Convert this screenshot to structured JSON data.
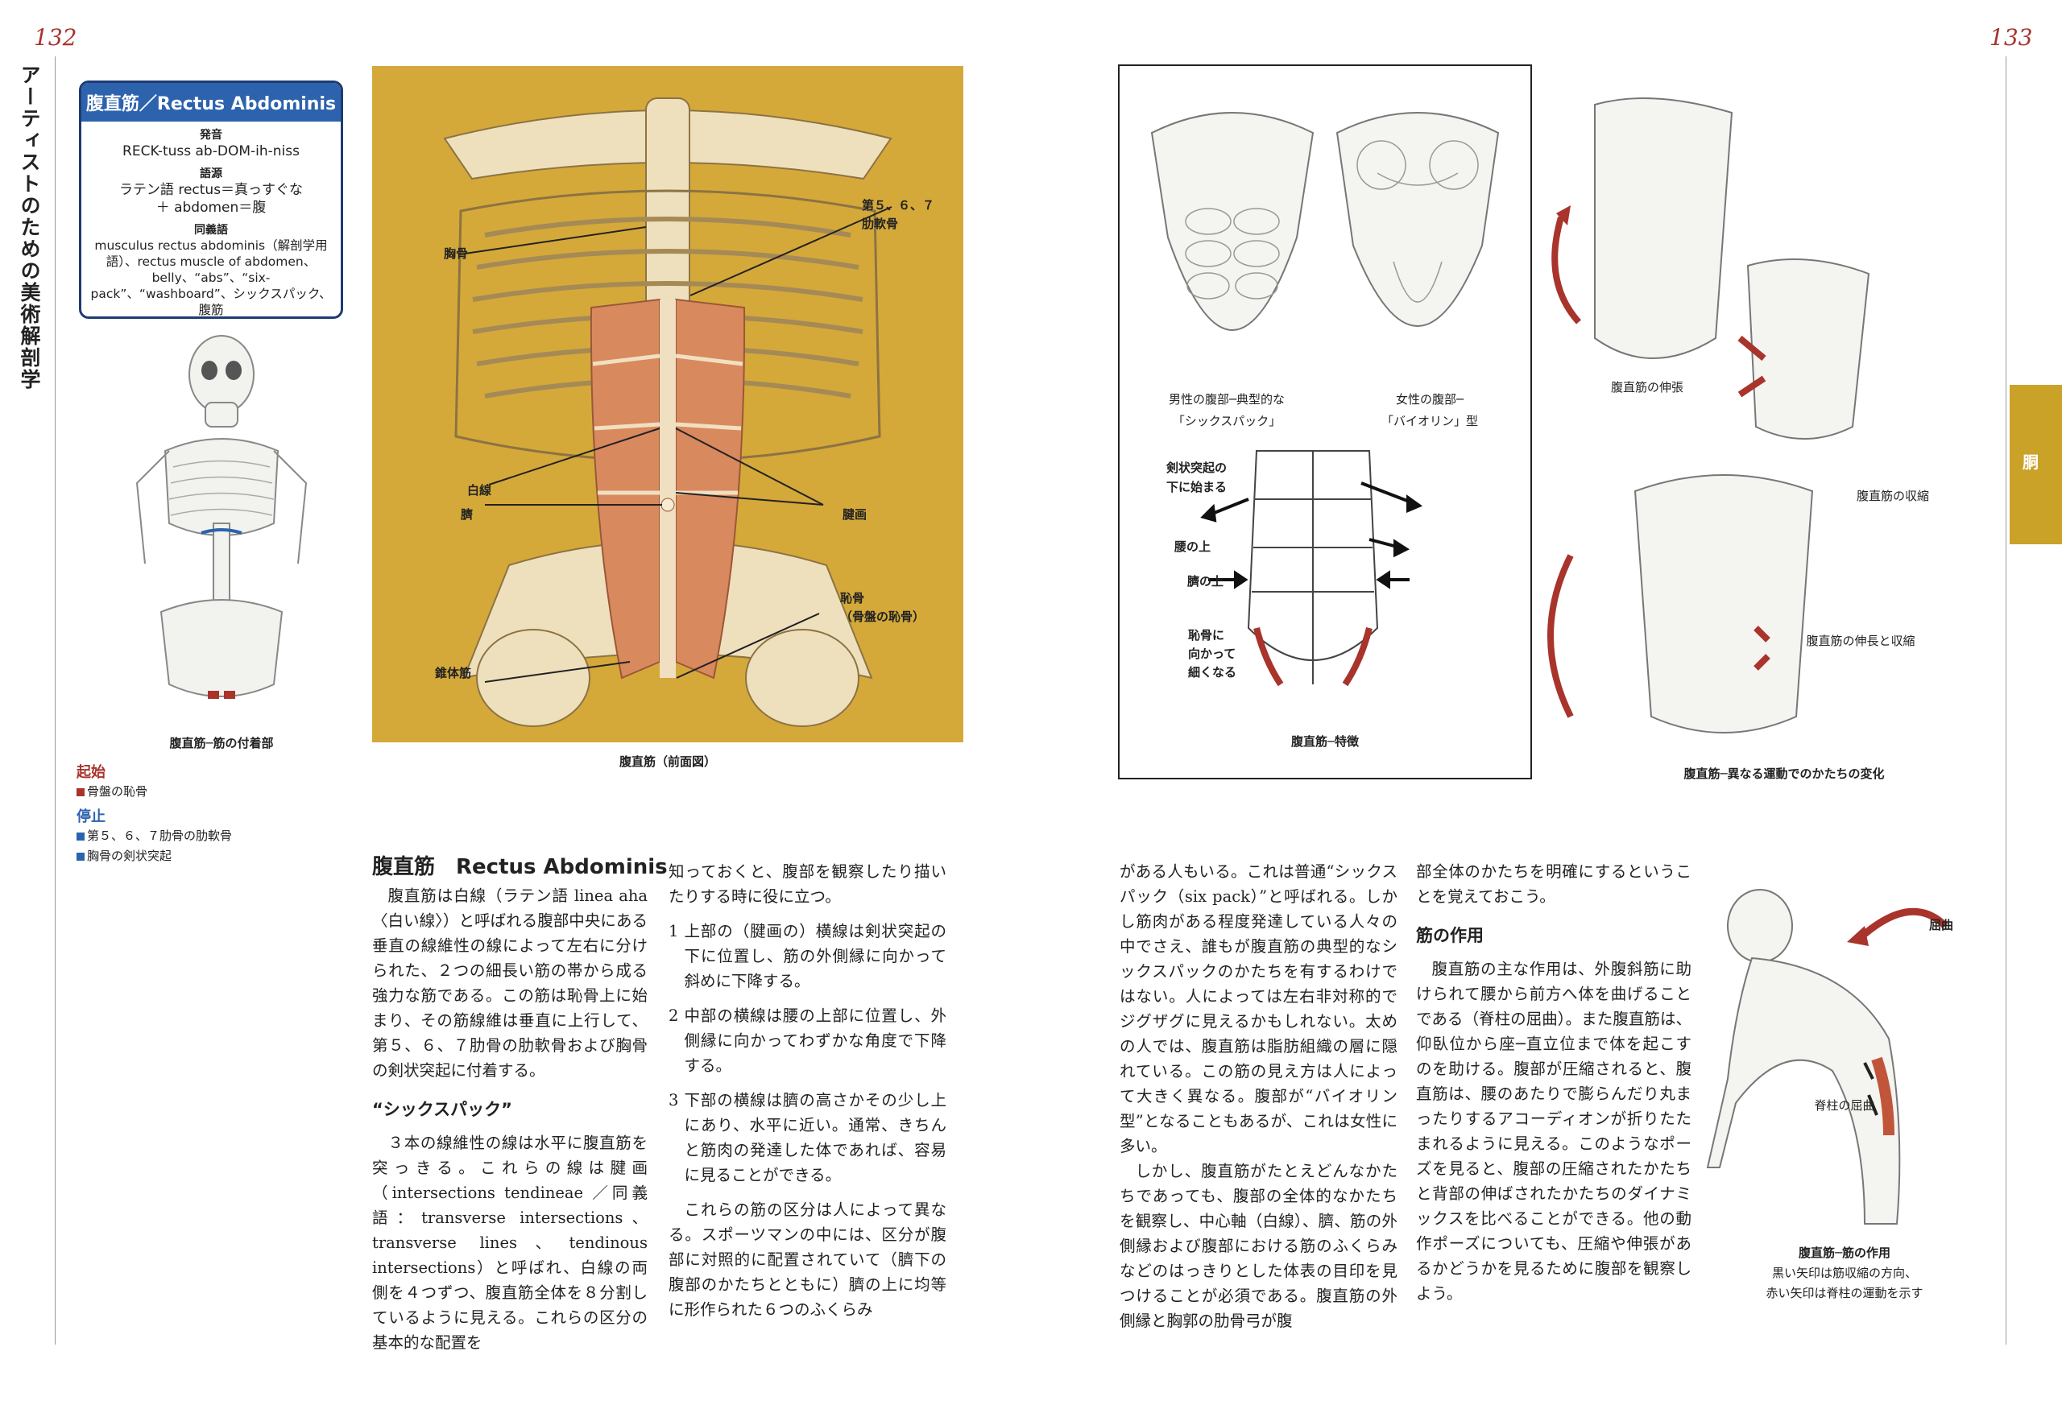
{
  "page": {
    "left_number": "132",
    "right_number": "133",
    "vertical_title": "アーティストのための美術解剖学",
    "section_tab": "胴"
  },
  "infobox": {
    "title": "腹直筋／Rectus Abdominis",
    "pron_label": "発音",
    "pron": "RECK-tuss ab-DOM-ih-niss",
    "etym_label": "語源",
    "etym_line1": "ラテン語 rectus＝真っすぐな",
    "etym_line2": "＋ abdomen＝腹",
    "syn_label": "同義語",
    "syn": "musculus rectus abdominis（解剖学用語）、rectus muscle of abdomen、belly、“abs”、“six-pack”、“washboard”、シックスパック、腹筋"
  },
  "skeleton_caption": "腹直筋─筋の付着部",
  "attachments": {
    "origin_label": "起始",
    "origin_item": "骨盤の恥骨",
    "insertion_label": "停止",
    "insertion_items": [
      "第５、６、７肋骨の肋軟骨",
      "胸骨の剣状突起"
    ],
    "colors": {
      "origin": "#a8342c",
      "insertion": "#2d62ad"
    }
  },
  "main_illustration": {
    "caption": "腹直筋（前面図）",
    "labels": {
      "sternum": "胸骨",
      "ribs_line1": "第５、６、７",
      "ribs_line2": "肋軟骨",
      "linea_alba": "白線",
      "navel": "臍",
      "tendinous": "腱画",
      "pubis_line1": "恥骨",
      "pubis_line2": "（骨盤の恥骨）",
      "pyramidalis": "錐体筋"
    },
    "bg_color": "#d4a93a"
  },
  "framed_figures": {
    "male_caption_1": "男性の腹部─典型的な",
    "male_caption_2": "「シックスパック」",
    "female_caption_1": "女性の腹部─",
    "female_caption_2": "「バイオリン」型",
    "diagram_label_a1": "剣状突起の",
    "diagram_label_a2": "下に始まる",
    "diagram_label_b": "腰の上",
    "diagram_label_c": "臍の上",
    "diagram_label_d1": "恥骨に",
    "diagram_label_d2": "向かって",
    "diagram_label_d3": "細くなる",
    "diagram_caption": "腹直筋─特徴"
  },
  "motion_figures": {
    "stretch": "腹直筋の伸張",
    "contract": "腹直筋の収縮",
    "both": "腹直筋の伸長と収縮",
    "caption": "腹直筋─異なる運動でのかたちの変化",
    "arrow_color": "#a8342c"
  },
  "action_figure": {
    "flexion": "屈曲",
    "spine_flexion": "脊柱の屈曲",
    "caption_1": "腹直筋─筋の作用",
    "caption_2": "黒い矢印は筋収縮の方向、",
    "caption_3": "赤い矢印は脊柱の運動を示す"
  },
  "article": {
    "title": "腹直筋　Rectus Abdominis",
    "col1_p1": "腹直筋は白線（ラテン語 linea aha〈白い線〉）と呼ばれる腹部中央にある垂直の線維性の線によって左右に分けられた、２つの細長い筋の帯から成る強力な筋である。この筋は恥骨上に始まり、その筋線維は垂直に上行して、第５、６、７肋骨の肋軟骨および胸骨の剣状突起に付着する。",
    "col1_head": "“シックスパック”",
    "col1_p2": "３本の線維性の線は水平に腹直筋を突っきる。これらの線は腱画（intersections tendineae ／同義語：transverse intersections、transverse lines、tendinous intersections）と呼ばれ、白線の両側を４つずつ、腹直筋全体を８分割しているように見える。これらの区分の基本的な配置を",
    "col2_p1": "知っておくと、腹部を観察したり描いたりする時に役に立つ。",
    "col2_l1": "1 上部の（腱画の）横線は剣状突起の下に位置し、筋の外側縁に向かって斜めに下降する。",
    "col2_l2": "2 中部の横線は腰の上部に位置し、外側縁に向かってわずかな角度で下降する。",
    "col2_l3": "3 下部の横線は臍の高さかその少し上にあり、水平に近い。通常、きちんと筋肉の発達した体であれば、容易に見ることができる。",
    "col2_p2": "これらの筋の区分は人によって異なる。スポーツマンの中には、区分が腹部に対照的に配置されていて（臍下の腹部のかたちとともに）臍の上に均等に形作られた６つのふくらみ",
    "col3_p1": "がある人もいる。これは普通“シックスパック（six pack）”と呼ばれる。しかし筋肉がある程度発達している人々の中でさえ、誰もが腹直筋の典型的なシックスパックのかたちを有するわけではない。人によっては左右非対称的でジグザグに見えるかもしれない。太めの人では、腹直筋は脂肪組織の層に隠れている。この筋の見え方は人によって大きく異なる。腹部が“バイオリン型”となることもあるが、これは女性に多い。",
    "col3_p2": "しかし、腹直筋がたとえどんなかたちであっても、腹部の全体的なかたちを観察し、中心軸（白線）、臍、筋の外側縁および腹部における筋のふくらみなどのはっきりとした体表の目印を見つけることが必須である。腹直筋の外側縁と胸郭の肋骨弓が腹",
    "col4_p1": "部全体のかたちを明確にするということを覚えておこう。",
    "col4_head": "筋の作用",
    "col4_p2": "腹直筋の主な作用は、外腹斜筋に助けられて腰から前方へ体を曲げることである（脊柱の屈曲）。また腹直筋は、仰臥位から座─直立位まで体を起こすのを助ける。腹部が圧縮されると、腹直筋は、腰のあたりで膨らんだり丸まったりするアコーディオンが折りたたまれるように見える。このようなポーズを見ると、腹部の圧縮されたかたちと背部の伸ばされたかたちのダイナミックスを比べることができる。他の動作ポーズについても、圧縮や伸張があるかどうかを見るために腹部を観察しよう。"
  }
}
